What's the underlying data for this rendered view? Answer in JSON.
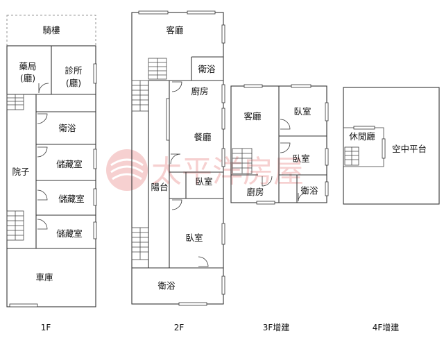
{
  "rooms": {
    "f1_arcade": "騎樓",
    "f1_pharmacy": "藥局",
    "f1_pharmacy_hall": "(廳)",
    "f1_clinic": "診所",
    "f1_clinic_hall": "(廳)",
    "f1_bath": "衛浴",
    "f1_yard": "院子",
    "f1_storage1": "儲藏室",
    "f1_storage2": "儲藏室",
    "f1_storage3": "儲藏室",
    "f1_garage": "車庫",
    "f2_living": "客廳",
    "f2_bath_top": "衛浴",
    "f2_kitchen": "廚房",
    "f2_dining": "餐廳",
    "f2_balcony": "陽台",
    "f2_bedroom_small": "臥室",
    "f2_bedroom": "臥室",
    "f2_bath_bottom": "衛浴",
    "f3_living": "客廳",
    "f3_bedroom1": "臥室",
    "f3_bedroom2": "臥室",
    "f3_kitchen": "廚房",
    "f3_bath": "衛浴",
    "f4_lounge": "休閒廳",
    "f4_terrace": "空中平台"
  },
  "floor_labels": [
    "1F",
    "2F",
    "3F增建",
    "4F增建"
  ],
  "watermark": {
    "text": "太平洋房屋",
    "color": "#d9302c"
  }
}
